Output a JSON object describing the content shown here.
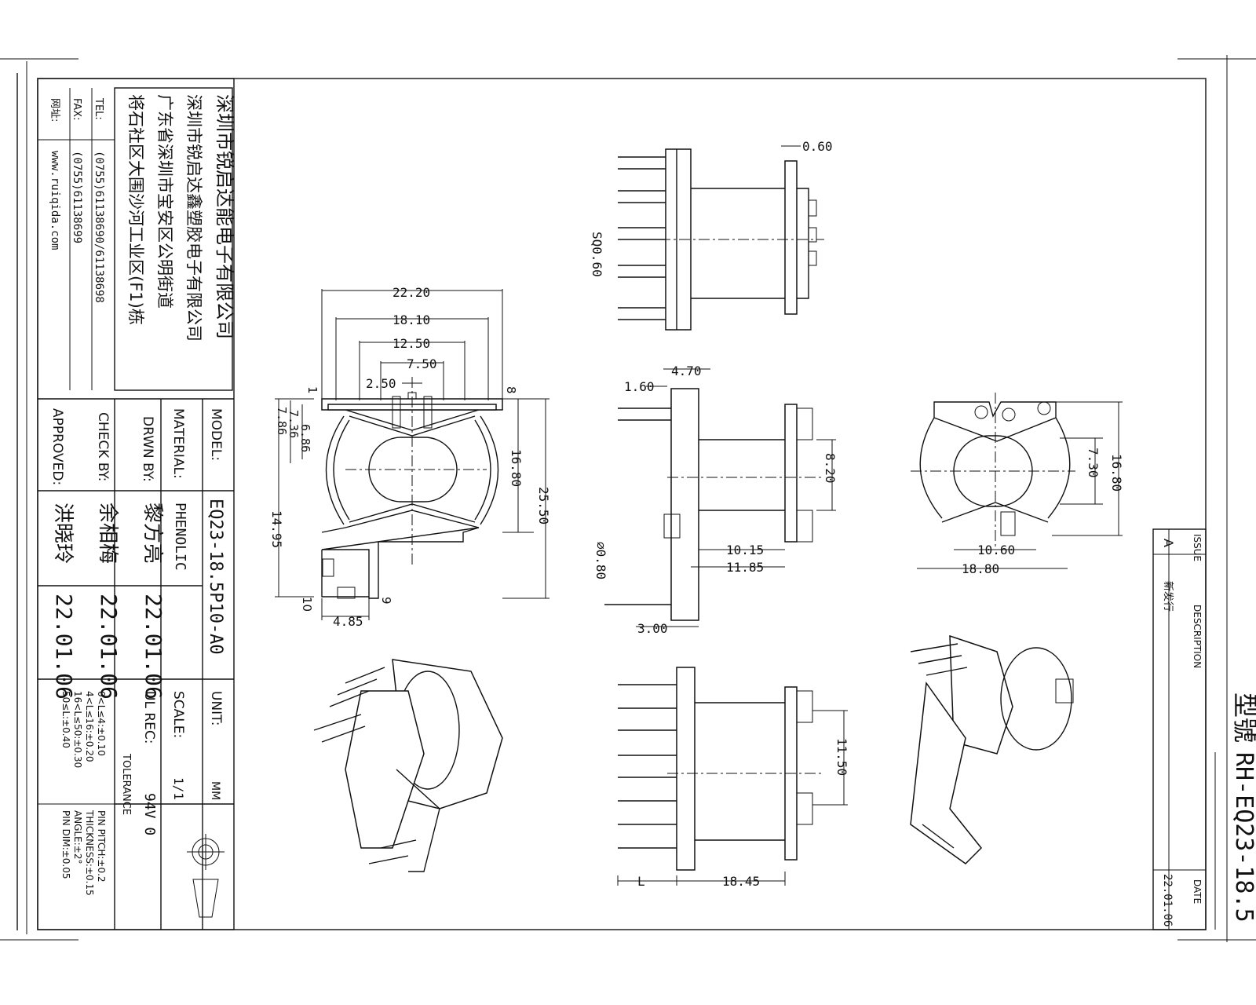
{
  "title_block": {
    "company_lines": [
      "深圳市锐启达能电子有限公司",
      "深圳市锐启达鑫塑胶电子有限公司",
      "广东省深圳市宝安区公明街道",
      "将石社区大围沙河工业区(F1)栋"
    ],
    "tel_label": "TEL:",
    "tel_value": "(0755)61138690/61138698",
    "fax_label": "FAX:",
    "fax_value": "(0755)61138699",
    "web_label": "网址:",
    "web_value": "www.ruiqida.com",
    "model_label": "MODEL:",
    "model_value": "EQ23-18.5P10-A0",
    "unit_label": "UNIT:",
    "unit_value": "MM",
    "material_label": "MATERIAL:",
    "material_value": "PHENOLIC",
    "scale_label": "SCALE:",
    "scale_value": "1/1",
    "drwn_label": "DRWN BY:",
    "drwn_name": "黎方亮",
    "drwn_date": "22.01.06",
    "ul_label": "UL REC:",
    "ul_value": "94V 0",
    "chck_label": "CHECK BY:",
    "chck_name": "余相梅",
    "chck_date": "22.01.06",
    "appr_label": "APPROVED:",
    "appr_name": "洪晓玲",
    "appr_date": "22.01.06",
    "tolerance_title": "TOLERANCE",
    "tolerance_left": [
      "0<L≤4:±0.10",
      "4<L≤16:±0.20",
      "16<L≤50:±0.30",
      "50≤L:±0.40"
    ],
    "tolerance_right": [
      "PIN PITCH:±0.2",
      "THICKNESS:±0.15",
      "ANGLE:±2°",
      "PIN DIM:±0.05"
    ]
  },
  "revision_block": {
    "issue_label": "ISSUE",
    "desc_label": "DESCRIPTION",
    "date_label": "DATE",
    "issue": "A",
    "description": "新发行",
    "date": "22.01.06",
    "type_label": "型號",
    "part_number": "RH-EQ23-18.5"
  },
  "dimensions": {
    "d_22_20": "22.20",
    "d_18_10": "18.10",
    "d_12_50": "12.50",
    "d_7_50": "7.50",
    "d_2_50": "2.50",
    "d_7_86": "7.86",
    "d_7_36": "7.36",
    "d_6_86": "6.86",
    "d_16_80_a": "16.80",
    "d_25_50": "25.50",
    "d_14_95": "14.95",
    "d_4_85": "4.85",
    "d_0_60": "0.60",
    "d_sq0_60": "SQ0.60",
    "d_1_60": "1.60",
    "d_4_70": "4.70",
    "d_8_20": "8.20",
    "d_10_15": "10.15",
    "d_11_85": "11.85",
    "d_phi0_80": "⌀0.80",
    "d_3_00": "3.00",
    "d_7_30": "7.30",
    "d_16_80_b": "16.80",
    "d_10_60": "10.60",
    "d_18_80": "18.80",
    "d_11_50": "11.50",
    "d_18_45": "18.45",
    "d_L": "L",
    "pin_1": "1",
    "pin_8": "8",
    "pin_9": "9",
    "pin_10": "10"
  }
}
